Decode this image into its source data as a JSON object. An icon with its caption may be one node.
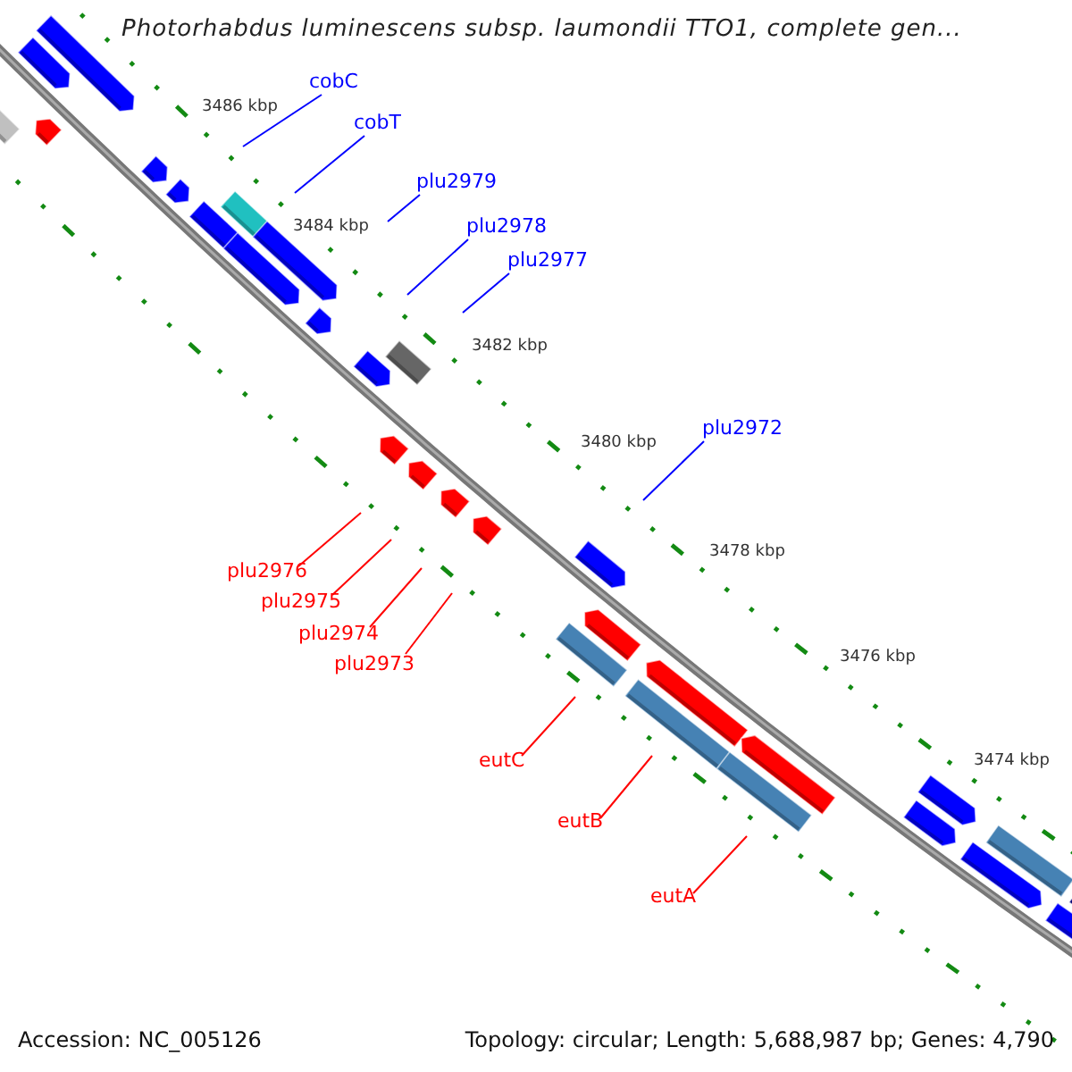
{
  "diagram": {
    "title": "Photorhabdus luminescens subsp. laumondii TTO1, complete gen...",
    "nodes": [
      {
        "text": [
          "cobC"
        ]
      },
      {
        "text": [
          "cobT"
        ]
      },
      {
        "text": [
          "plu2979"
        ]
      },
      {
        "text": [
          "plu2978"
        ]
      },
      {
        "text": [
          "plu2977"
        ]
      },
      {
        "text": [
          "plu2972"
        ]
      },
      {
        "text": [
          "plu2976"
        ]
      },
      {
        "text": [
          "plu2975"
        ]
      },
      {
        "text": [
          "plu2974"
        ]
      },
      {
        "text": [
          "plu2973"
        ]
      },
      {
        "text": [
          "eutC"
        ]
      },
      {
        "text": [
          "eutB"
        ]
      },
      {
        "text": [
          "eutA"
        ]
      }
    ],
    "edges": [
      {
        "from": 0,
        "to": null,
        "arrow": "none",
        "color": "#0000ff"
      },
      {
        "from": 1,
        "to": null,
        "arrow": "none",
        "color": "#0000ff"
      },
      {
        "from": 2,
        "to": null,
        "arrow": "none",
        "color": "#0000ff"
      },
      {
        "from": 3,
        "to": null,
        "arrow": "none",
        "color": "#0000ff"
      },
      {
        "from": 4,
        "to": null,
        "arrow": "none",
        "color": "#0000ff"
      },
      {
        "from": 5,
        "to": null,
        "arrow": "none",
        "color": "#0000ff"
      },
      {
        "from": 6,
        "to": null,
        "arrow": "none"
      },
      {
        "from": 7,
        "to": null,
        "arrow": "none"
      },
      {
        "from": 8,
        "to": null,
        "arrow": "none"
      },
      {
        "from": 9,
        "to": null,
        "arrow": "none"
      },
      {
        "from": 10,
        "to": null,
        "arrow": "none"
      },
      {
        "from": 11,
        "to": null,
        "arrow": "none"
      },
      {
        "from": 12,
        "to": null,
        "arrow": "none"
      }
    ],
    "labels": [
      "3486 kbp",
      "3484 kbp",
      "3482 kbp",
      "3480 kbp",
      "3478 kbp",
      "3476 kbp",
      "3474 kbp",
      "Accession: NC_005126",
      "Topology: circular; Length: 5,688,987 bp; Genes: 4,790"
    ]
  }
}
